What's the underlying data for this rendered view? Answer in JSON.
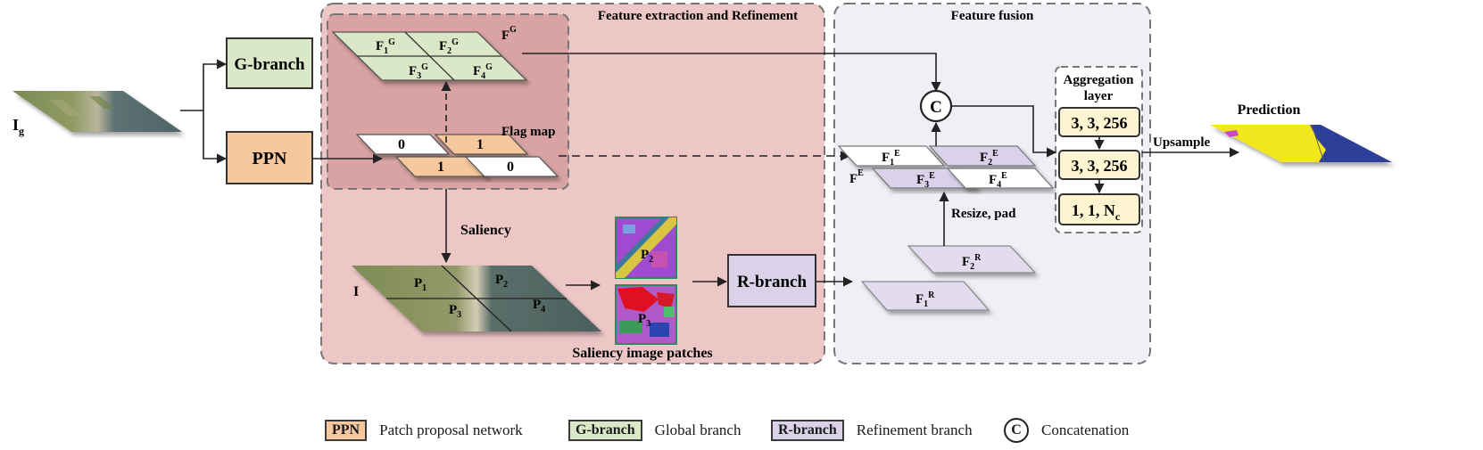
{
  "colors": {
    "g_branch": "#dbe8c8",
    "ppn": "#f7c79d",
    "r_branch": "#d9d2e9",
    "left_panel": "#edc6c6",
    "inner_panel": "#d9a3a3",
    "right_panel": "#eef0f6",
    "aggregation": "#fdf5d2",
    "prediction_yellow": "#f2e61a",
    "prediction_blue": "#2e3f9a"
  },
  "sections": {
    "extraction_title": "Feature extraction and Refinement",
    "fusion_title": "Feature fusion"
  },
  "inputs": {
    "ig_label_main": "I",
    "ig_label_sub": "g",
    "i_label": "I"
  },
  "blocks": {
    "g_branch": "G-branch",
    "ppn": "PPN",
    "r_branch": "R-branch"
  },
  "global_features": {
    "cells": [
      {
        "base": "F",
        "sub": "1",
        "sup": "G"
      },
      {
        "base": "F",
        "sub": "2",
        "sup": "G"
      },
      {
        "base": "F",
        "sub": "3",
        "sup": "G"
      },
      {
        "base": "F",
        "sub": "4",
        "sup": "G"
      }
    ],
    "label_base": "F",
    "label_sup": "G"
  },
  "flag_map": {
    "title": "Flag map",
    "values": [
      "0",
      "1",
      "1",
      "0"
    ]
  },
  "saliency": {
    "label": "Saliency",
    "patch_labels": [
      "P",
      "P",
      "P",
      "P"
    ],
    "patch_subs": [
      "1",
      "2",
      "3",
      "4"
    ],
    "patches_caption": "Saliency image patches",
    "selected": [
      {
        "base": "P",
        "sub": "2"
      },
      {
        "base": "P",
        "sub": "3"
      }
    ]
  },
  "fusion": {
    "concat_symbol": "C",
    "enhanced_cells": [
      {
        "base": "F",
        "sub": "1",
        "sup": "E"
      },
      {
        "base": "F",
        "sub": "2",
        "sup": "E"
      },
      {
        "base": "F",
        "sub": "3",
        "sup": "E"
      },
      {
        "base": "F",
        "sub": "4",
        "sup": "E"
      }
    ],
    "enhanced_label_base": "F",
    "enhanced_label_sup": "E",
    "refined": [
      {
        "base": "F",
        "sub": "2",
        "sup": "R"
      },
      {
        "base": "F",
        "sub": "1",
        "sup": "R"
      }
    ],
    "resize_label": "Resize, pad"
  },
  "aggregation": {
    "title_line1": "Aggregation",
    "title_line2": "layer",
    "layers": [
      "3, 3, 256",
      "3, 3, 256"
    ],
    "last_layer_main": "1, 1, N",
    "last_layer_sub": "c"
  },
  "output": {
    "upsample_label": "Upsample",
    "prediction_label": "Prediction"
  },
  "legend": [
    {
      "key": "PPN",
      "text": "Patch proposal network",
      "color": "#f7c79d"
    },
    {
      "key": "G-branch",
      "text": "Global branch",
      "color": "#dbe8c8"
    },
    {
      "key": "R-branch",
      "text": "Refinement branch",
      "color": "#d9d2e9"
    },
    {
      "key": "C",
      "text": "Concatenation",
      "color": "#ffffff"
    }
  ]
}
